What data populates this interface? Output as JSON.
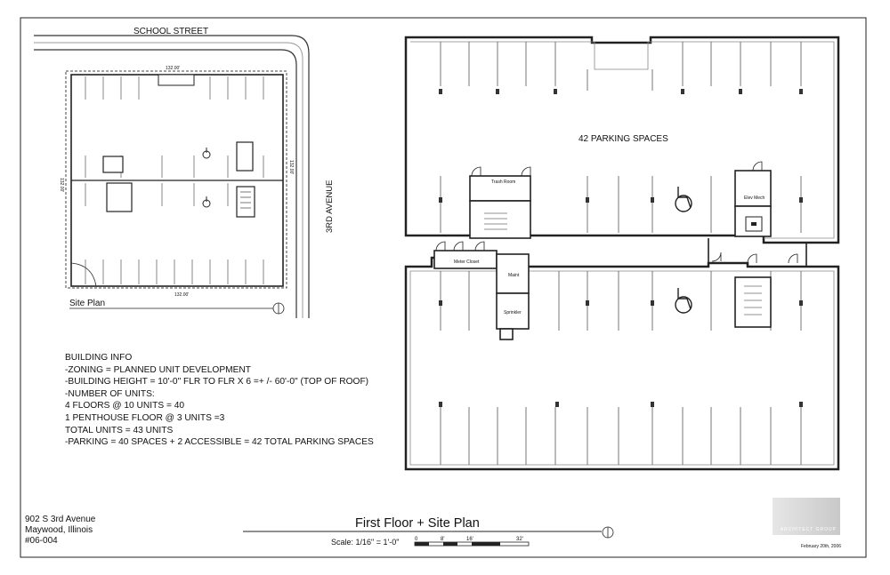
{
  "site_plan": {
    "street_top": "SCHOOL STREET",
    "street_right": "3RD AVENUE",
    "dim_top": "132.00'",
    "dim_bottom": "132.00'",
    "dim_left": "132.00'",
    "dim_right": "132.00'",
    "label": "Site Plan"
  },
  "floor_plan": {
    "parking_label": "42 PARKING SPACES",
    "rooms": {
      "trash": "Trash Room",
      "meter": "Meter Closet",
      "maint": "Maint",
      "sprinkler": "Sprinkler",
      "elev_mech": "Elev Mech"
    }
  },
  "building_info": [
    "BUILDING INFO",
    "-ZONING = PLANNED UNIT DEVELOPMENT",
    "-BUILDING HEIGHT = 10'-0\" FLR TO FLR X 6 =+ /- 60'-0\" (TOP OF ROOF)",
    "-NUMBER OF UNITS:",
    "4 FLOORS @ 10 UNITS  = 40",
    "1 PENTHOUSE FLOOR @ 3 UNITS =3",
    "TOTAL UNITS = 43 UNITS",
    "-PARKING = 40 SPACES + 2 ACCESSIBLE = 42 TOTAL PARKING SPACES"
  ],
  "address": [
    "902 S 3rd Avenue",
    "Maywood, Illinois",
    "#06-004"
  ],
  "sheet_title": "First Floor + Site Plan",
  "scale_text": "Scale: 1/16\" = 1'-0\"",
  "scale_ticks": [
    "0",
    "8'",
    "16'",
    "32'"
  ],
  "logo_text": "ARCHITECT GROUP",
  "date": "February 20th, 2006"
}
